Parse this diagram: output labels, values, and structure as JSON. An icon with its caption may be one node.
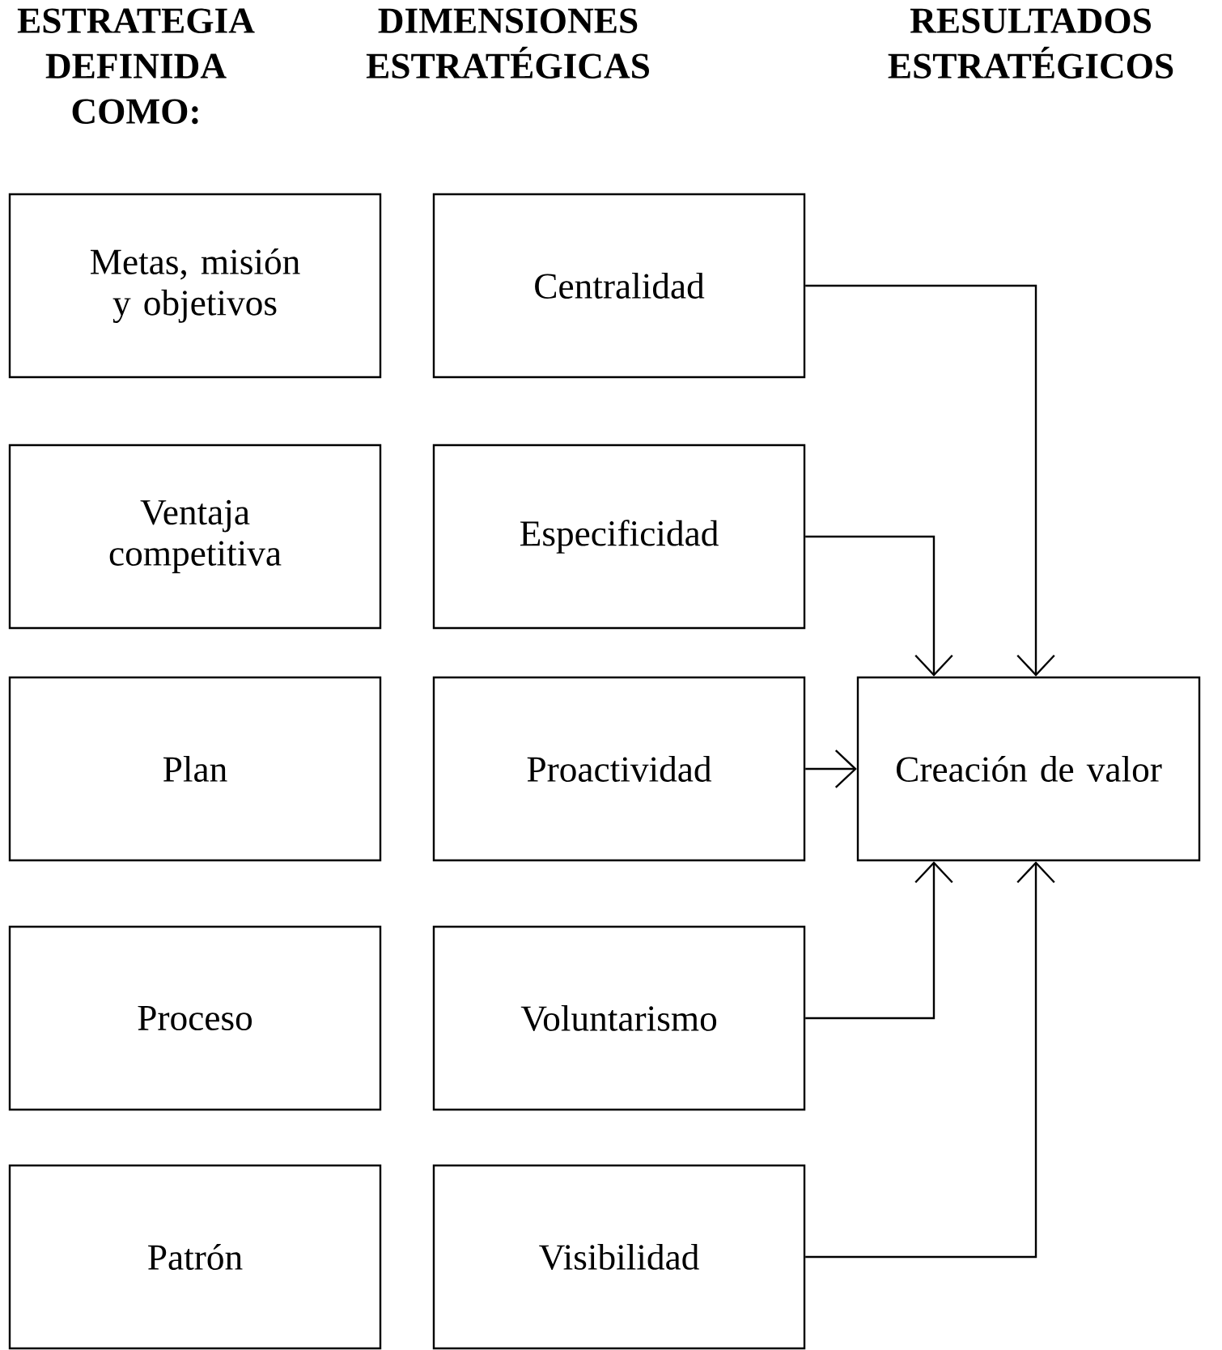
{
  "diagram": {
    "nodes": [
      {
        "text": [
          "Metas, misión y objetivos"
        ]
      },
      {
        "text": [
          "Ventaja competitiva"
        ]
      },
      {
        "text": [
          "Plan"
        ]
      },
      {
        "text": [
          "Proceso"
        ]
      },
      {
        "text": [
          "Patrón"
        ]
      },
      {
        "text": [
          "Centralidad"
        ]
      },
      {
        "text": [
          "Especificidad"
        ]
      },
      {
        "text": [
          "Proactividad"
        ]
      },
      {
        "text": [
          "Voluntarismo"
        ]
      },
      {
        "text": [
          "Visibilidad"
        ]
      },
      {
        "text": [
          "Creación de valor"
        ]
      }
    ],
    "edges": [
      {
        "from": 5,
        "to": 10,
        "arrow": "to"
      },
      {
        "from": 6,
        "to": 10,
        "arrow": "to"
      },
      {
        "from": 7,
        "to": 10,
        "arrow": "to"
      },
      {
        "from": 8,
        "to": 10,
        "arrow": "to"
      },
      {
        "from": 9,
        "to": 10,
        "arrow": "to"
      }
    ],
    "labels": [
      "ESTRATEGIA DEFINIDA COMO:",
      "DIMENSIONES ESTRATÉGICAS",
      "RESULTADOS ESTRATÉGICOS"
    ]
  }
}
